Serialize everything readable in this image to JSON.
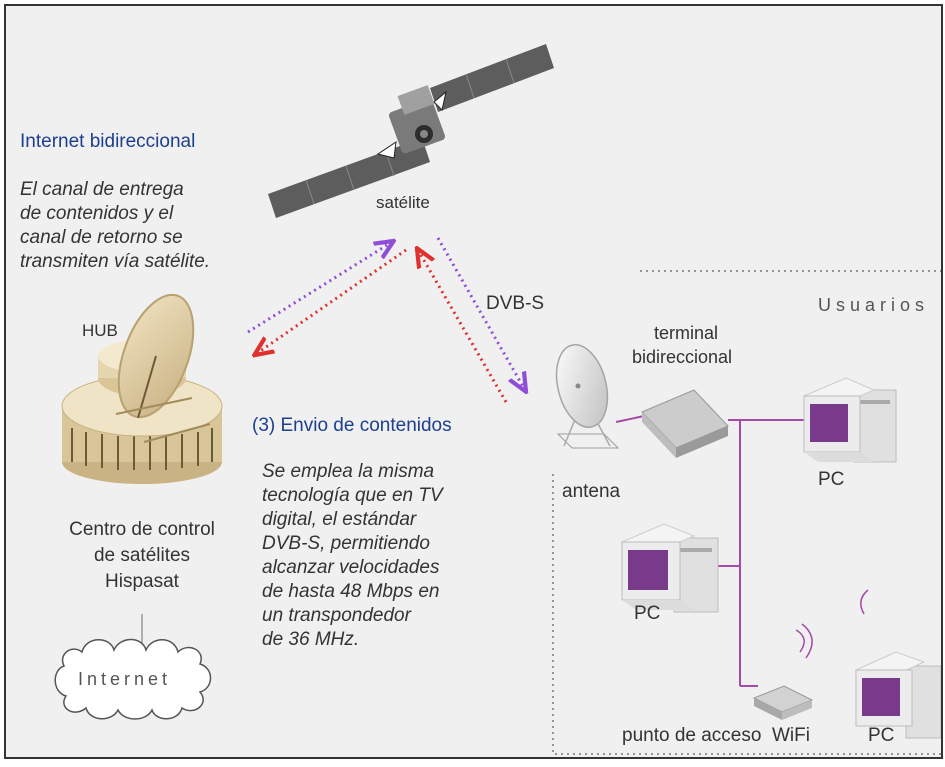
{
  "intro": {
    "heading": "Internet bidireccional",
    "body": [
      "El canal de entrega",
      "de contenidos y el",
      "canal de retorno se",
      "transmiten vía satélite."
    ]
  },
  "nodes": {
    "satellite": "satélite",
    "dvb_s": "DVB-S",
    "hub": "HUB",
    "control_center": [
      "Centro de control",
      "de satélites",
      "Hispasat"
    ],
    "internet": "Internet",
    "antenna": "antena",
    "terminal": [
      "terminal",
      "bidireccional"
    ],
    "users": "Usuarios",
    "pc": "PC",
    "access_point": "punto de acceso  WiFi"
  },
  "content_delivery": {
    "heading": "(3) Envio de contenidos",
    "body": [
      "Se emplea la misma",
      "tecnología que en TV",
      "digital, el estándar",
      "DVB-S, permitiendo",
      "alcanzar velocidades",
      "de hasta 48 Mbps en",
      "un transpondedor",
      "de 36 MHz."
    ]
  },
  "colors": {
    "uplink": "#8e4fd6",
    "downlink": "#e03030",
    "network_line": "#a64aa8",
    "heading_blue": "#1d3f8f"
  }
}
